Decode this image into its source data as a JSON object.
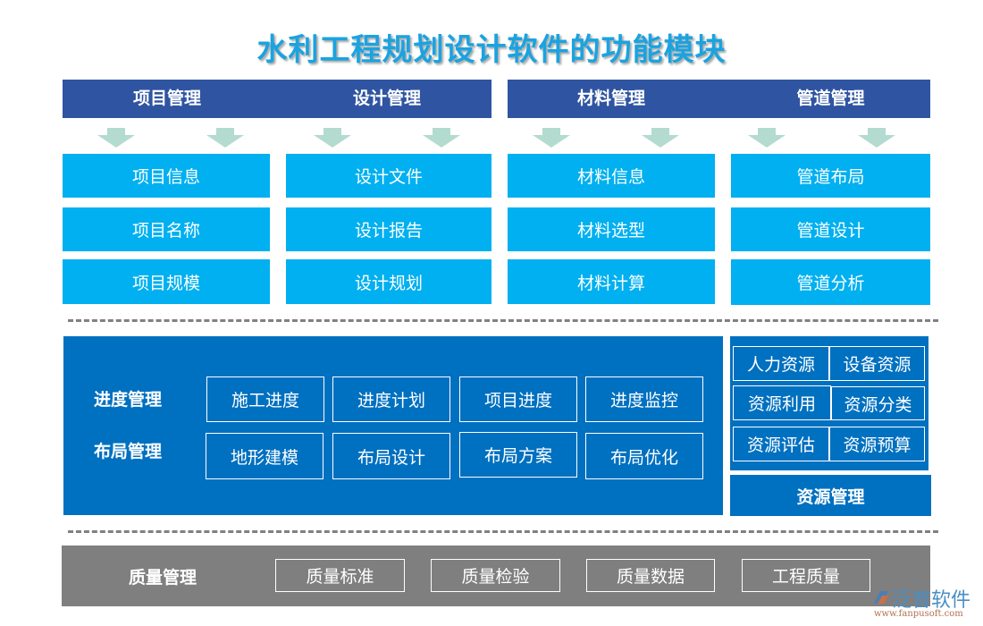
{
  "title": "水利工程规划设计软件的功能模块",
  "colors": {
    "title": "#1aa3e0",
    "header_bar": "#2f54a1",
    "arrow": "#b3dbd0",
    "cell": "#00b0f0",
    "blue_panel": "#0070c0",
    "gray_panel": "#7f7f7f",
    "dash": "#808080"
  },
  "top_modules": [
    {
      "label": "项目管理",
      "items": [
        "项目信息",
        "项目名称",
        "项目规模"
      ]
    },
    {
      "label": "设计管理",
      "items": [
        "设计文件",
        "设计报告",
        "设计规划"
      ]
    },
    {
      "label": "材料管理",
      "items": [
        "材料信息",
        "材料选型",
        "材料计算"
      ]
    },
    {
      "label": "管道管理",
      "items": [
        "管道布局",
        "管道设计",
        "管道分析"
      ]
    }
  ],
  "middle": {
    "rows": [
      {
        "label": "进度管理",
        "items": [
          "施工进度",
          "进度计划",
          "项目进度",
          "进度监控"
        ]
      },
      {
        "label": "布局管理",
        "items": [
          "地形建模",
          "布局设计",
          "布局方案",
          "布局优化"
        ]
      }
    ],
    "resource": {
      "label": "资源管理",
      "items": [
        [
          "人力资源",
          "设备资源"
        ],
        [
          "资源利用",
          "资源分类"
        ],
        [
          "资源评估",
          "资源预算"
        ]
      ]
    }
  },
  "quality": {
    "label": "质量管理",
    "items": [
      "质量标准",
      "质量检验",
      "质量数据",
      "工程质量"
    ]
  },
  "watermark": {
    "name": "泛普软件",
    "url": "www.fanpusoft.com"
  }
}
